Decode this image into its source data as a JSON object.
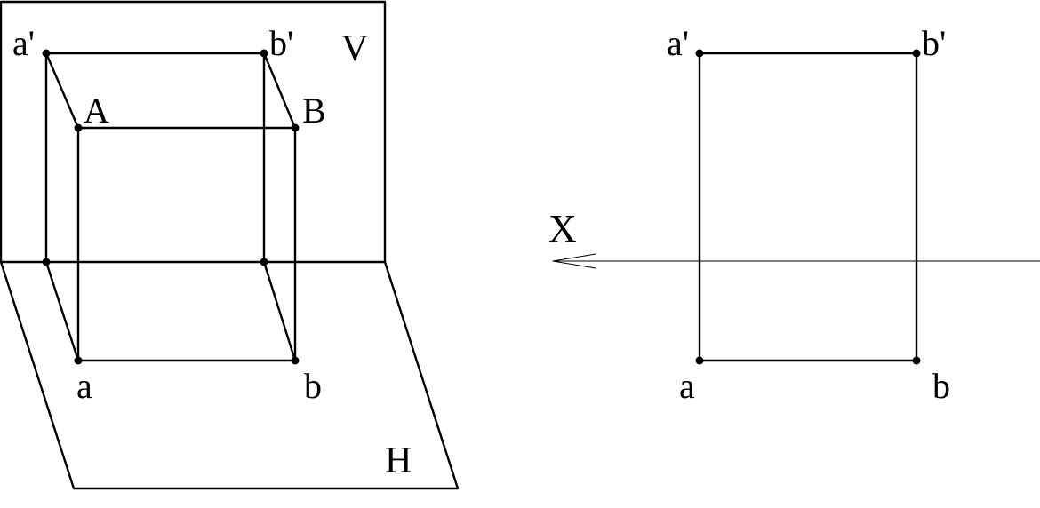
{
  "diagram": {
    "left": {
      "labels": {
        "a_prime": "a'",
        "b_prime": "b'",
        "A": "A",
        "B": "B",
        "a": "a",
        "b": "b",
        "V": "V",
        "H": "H"
      }
    },
    "right": {
      "labels": {
        "a_prime": "a'",
        "b_prime": "b'",
        "a": "a",
        "b": "b",
        "X": "X"
      }
    },
    "colors": {
      "stroke": "#000000",
      "background": "#ffffff"
    }
  }
}
